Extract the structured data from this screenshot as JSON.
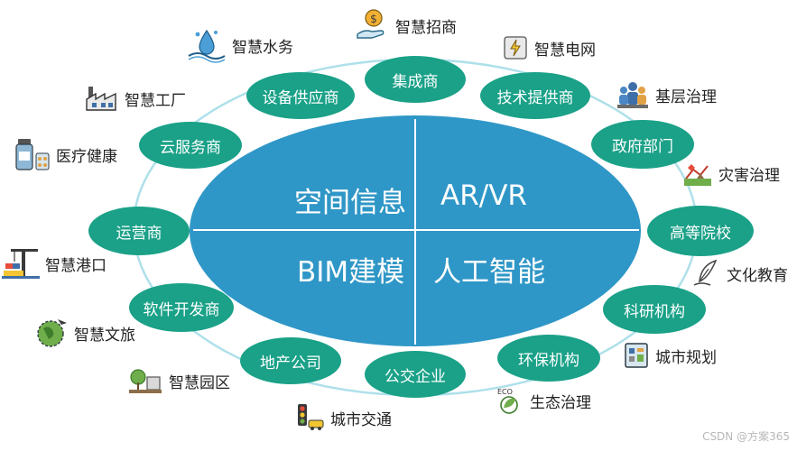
{
  "core": {
    "quadrants": [
      "空间信息",
      "AR/VR",
      "BIM建模",
      "人工智能"
    ]
  },
  "stakeholders": [
    "集成商",
    "技术提供商",
    "政府部门",
    "高等院校",
    "科研机构",
    "环保机构",
    "公交企业",
    "地产公司",
    "软件开发商",
    "运营商",
    "云服务商",
    "设备供应商"
  ],
  "applications": [
    {
      "label": "智慧招商",
      "icon": "money-hand-icon"
    },
    {
      "label": "智慧电网",
      "icon": "power-grid-icon"
    },
    {
      "label": "基层治理",
      "icon": "community-people-icon"
    },
    {
      "label": "灾害治理",
      "icon": "disaster-icon"
    },
    {
      "label": "文化教育",
      "icon": "quill-pen-icon"
    },
    {
      "label": "城市规划",
      "icon": "city-plan-icon"
    },
    {
      "label": "生态治理",
      "icon": "eco-icon"
    },
    {
      "label": "城市交通",
      "icon": "traffic-icon"
    },
    {
      "label": "智慧园区",
      "icon": "park-icon"
    },
    {
      "label": "智慧文旅",
      "icon": "globe-travel-icon"
    },
    {
      "label": "智慧港口",
      "icon": "port-crane-icon"
    },
    {
      "label": "医疗健康",
      "icon": "medicine-icon"
    },
    {
      "label": "智慧工厂",
      "icon": "factory-icon"
    },
    {
      "label": "智慧水务",
      "icon": "water-drop-icon"
    }
  ],
  "watermark": "CSDN @方案365",
  "colors": {
    "node": "#1aa188",
    "ellipse": "#2f97c7",
    "ring": "#aee0ea"
  }
}
